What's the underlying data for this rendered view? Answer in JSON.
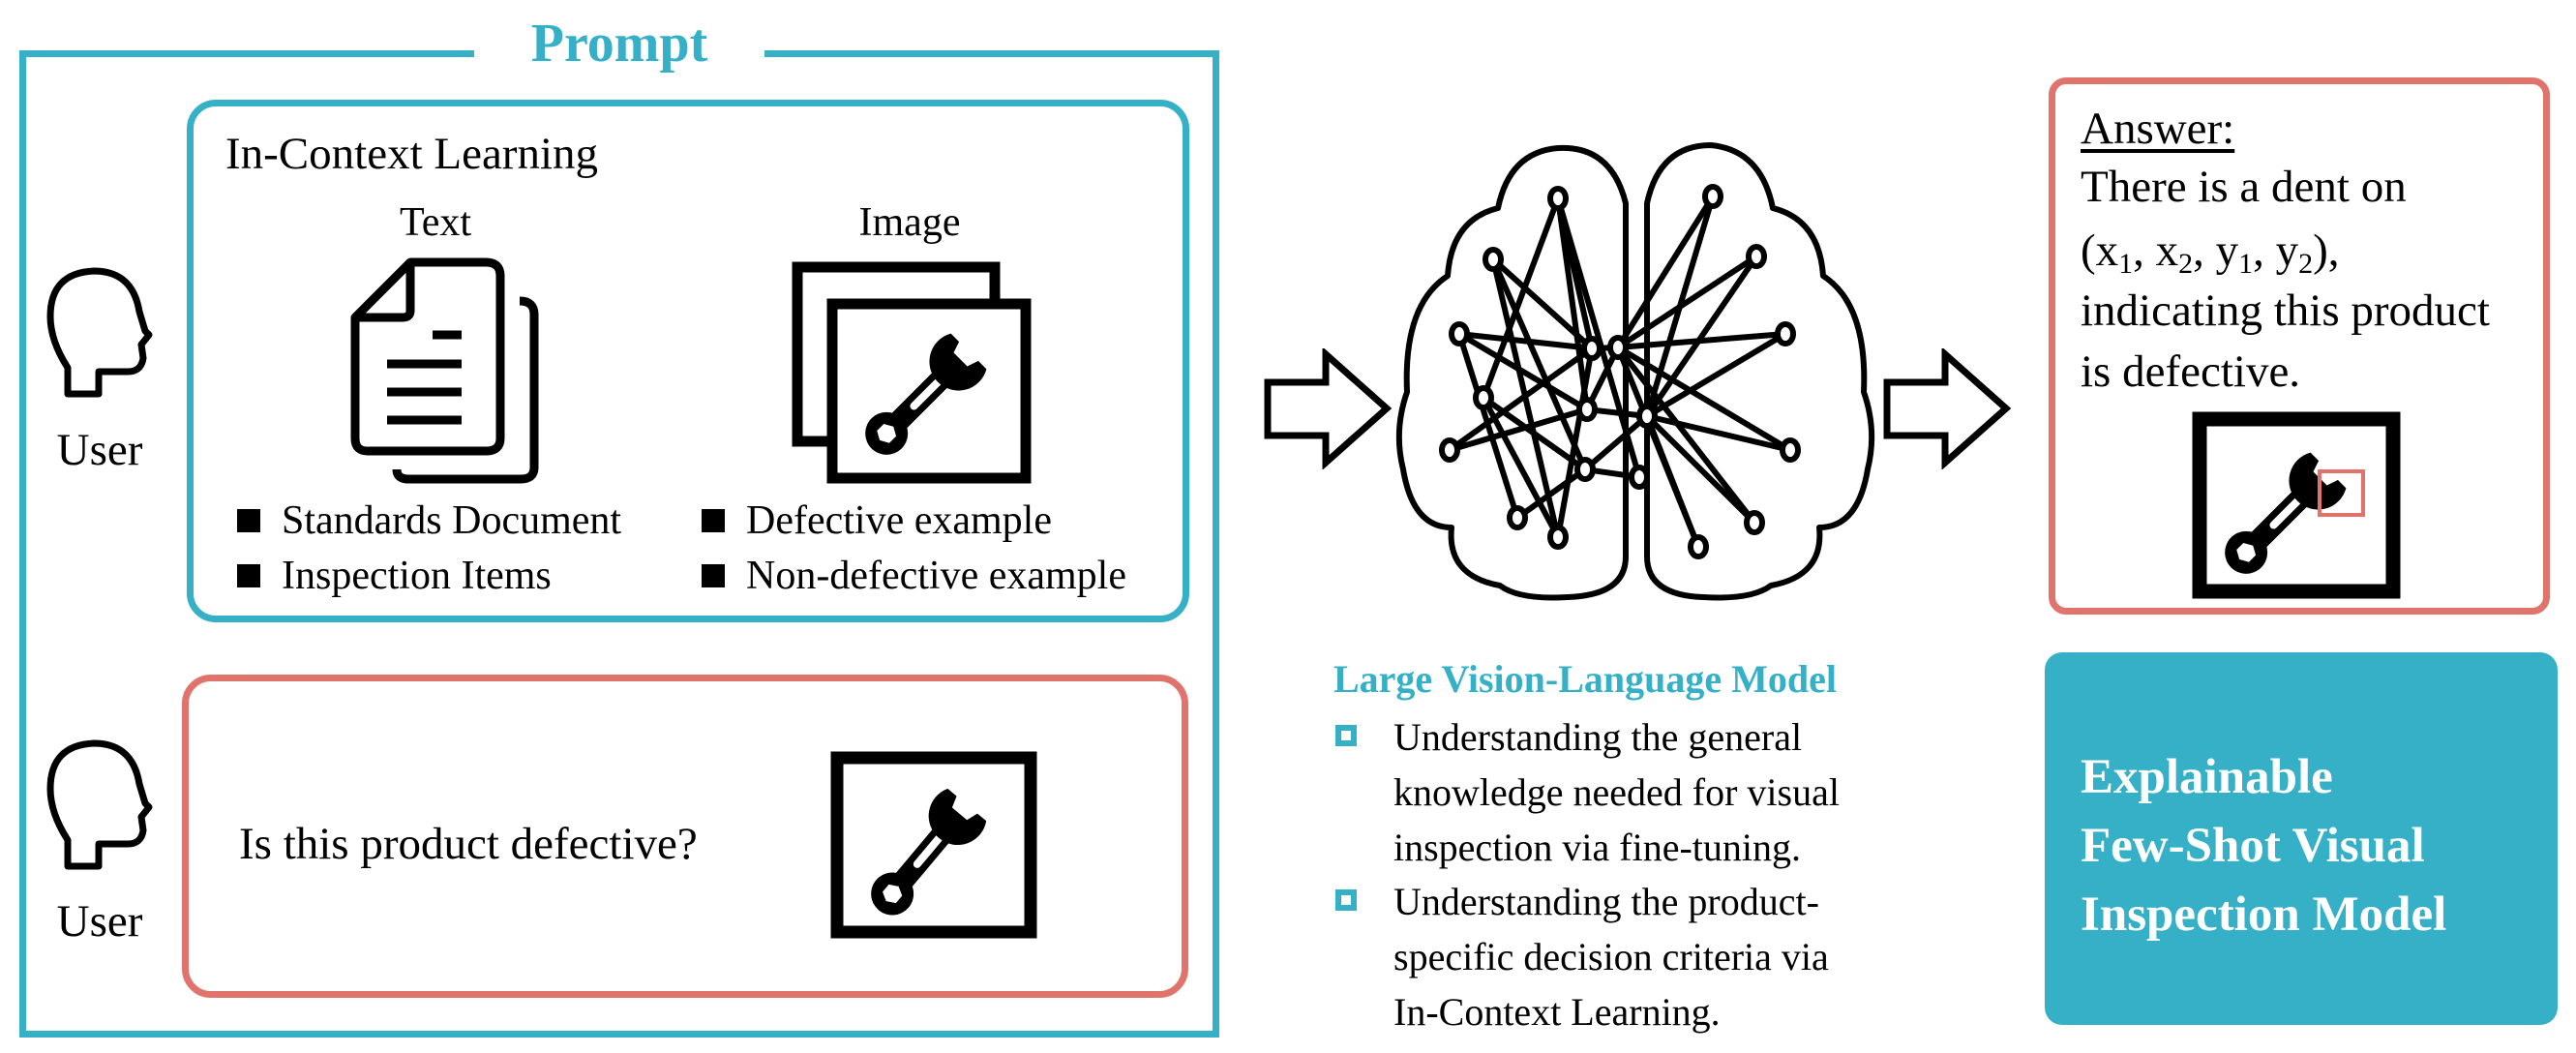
{
  "colors": {
    "accent_teal": "#35b0c6",
    "accent_coral": "#e0736b",
    "ink": "#000000"
  },
  "prompt": {
    "title": "Prompt",
    "user_label_1": "User",
    "user_label_2": "User",
    "icl": {
      "title": "In-Context Learning",
      "text_label": "Text",
      "image_label": "Image",
      "bullets": [
        "Standards Document",
        "Inspection Items",
        "Defective example",
        "Non-defective example"
      ]
    },
    "query": {
      "text": "Is this product defective?"
    }
  },
  "model": {
    "title": "Large Vision-Language Model",
    "items": [
      {
        "lines": [
          "Understanding the general",
          "knowledge needed for visual",
          "inspection via fine-tuning."
        ]
      },
      {
        "lines": [
          "Understanding the product-",
          "specific decision criteria via",
          "In-Context Learning."
        ]
      }
    ]
  },
  "answer": {
    "heading": "Answer:",
    "line1": "There is a dent on",
    "coords": {
      "open": "(",
      "x": "x",
      "y": "y",
      "s1": "1",
      "s2": "2",
      "sep": ", ",
      "close": "),"
    },
    "line3": "indicating this product",
    "line4": "is defective."
  },
  "result": {
    "lines": [
      "Explainable",
      "Few-Shot Visual",
      "Inspection Model"
    ]
  },
  "icons": {
    "user_head": "user-head-icon",
    "document": "document-stack-icon",
    "image_stack": "image-stack-icon",
    "wrench": "wrench-icon",
    "brain": "brain-network-icon",
    "arrow": "arrow-right-icon"
  }
}
